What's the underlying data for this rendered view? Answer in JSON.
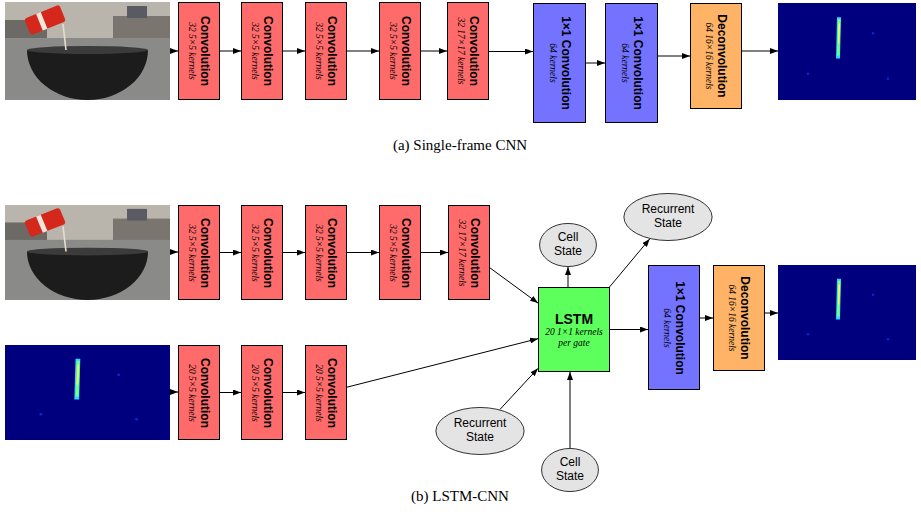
{
  "diagram": {
    "nodes": [
      {
        "text": [
          "Convolution",
          "32 5×5 kernels"
        ]
      },
      {
        "text": [
          "Convolution",
          "32 5×5 kernels"
        ]
      },
      {
        "text": [
          "Convolution",
          "32 5×5 kernels"
        ]
      },
      {
        "text": [
          "Convolution",
          "32 5×5 kernels"
        ]
      },
      {
        "text": [
          "Convolution",
          "32 17×17 kernels"
        ]
      },
      {
        "text": [
          "1×1 Convolution",
          "64 kernels"
        ]
      },
      {
        "text": [
          "1×1 Convolution",
          "64 kernels"
        ]
      },
      {
        "text": [
          "Deconvolution",
          "64 16×16 kernels"
        ]
      },
      {
        "text": [
          "Convolution",
          "32 5×5 kernels"
        ]
      },
      {
        "text": [
          "Convolution",
          "32 5×5 kernels"
        ]
      },
      {
        "text": [
          "Convolution",
          "32 5×5 kernels"
        ]
      },
      {
        "text": [
          "Convolution",
          "32 5×5 kernels"
        ]
      },
      {
        "text": [
          "Convolution",
          "32 17×17 kernels"
        ]
      },
      {
        "text": [
          "Cell State"
        ]
      },
      {
        "text": [
          "Recurrent State"
        ]
      },
      {
        "text": [
          "LSTM",
          "20 1×1 kernels per gate"
        ]
      },
      {
        "text": [
          "1×1 Convolution",
          "64 kernels"
        ]
      },
      {
        "text": [
          "Deconvolution",
          "64 16×16 kernels"
        ]
      },
      {
        "text": [
          "Convolution",
          "20 5×5 kernels"
        ]
      },
      {
        "text": [
          "Convolution",
          "20 5×5 kernels"
        ]
      },
      {
        "text": [
          "Convolution",
          "20 5×5 kernels"
        ]
      },
      {
        "text": [
          "Recurrent State"
        ]
      },
      {
        "text": [
          "Cell State"
        ]
      }
    ],
    "edges": [
      {
        "from": 0,
        "to": 1,
        "arrow": "to"
      },
      {
        "from": 1,
        "to": 2,
        "arrow": "to"
      },
      {
        "from": 2,
        "to": 3,
        "arrow": "to"
      },
      {
        "from": 3,
        "to": 4,
        "arrow": "to"
      },
      {
        "from": 4,
        "to": 5,
        "arrow": "to"
      },
      {
        "from": 5,
        "to": 6,
        "arrow": "to"
      },
      {
        "from": 6,
        "to": 7,
        "arrow": "to"
      },
      {
        "from": 8,
        "to": 9,
        "arrow": "to"
      },
      {
        "from": 9,
        "to": 10,
        "arrow": "to"
      },
      {
        "from": 10,
        "to": 11,
        "arrow": "to"
      },
      {
        "from": 11,
        "to": 12,
        "arrow": "to"
      },
      {
        "from": 12,
        "to": 15,
        "arrow": "to"
      },
      {
        "from": 18,
        "to": 19,
        "arrow": "to"
      },
      {
        "from": 19,
        "to": 20,
        "arrow": "to"
      },
      {
        "from": 20,
        "to": 15,
        "arrow": "to"
      },
      {
        "from": 21,
        "to": 15,
        "arrow": "to"
      },
      {
        "from": 22,
        "to": 15,
        "arrow": "to"
      },
      {
        "from": 15,
        "to": 13,
        "arrow": "to"
      },
      {
        "from": 15,
        "to": 14,
        "arrow": "to"
      },
      {
        "from": 15,
        "to": 16,
        "arrow": "to"
      },
      {
        "from": 16,
        "to": 17,
        "arrow": "to"
      }
    ],
    "labels": [
      "(a) Single-frame CNN",
      "(b) LSTM-CNN"
    ]
  }
}
